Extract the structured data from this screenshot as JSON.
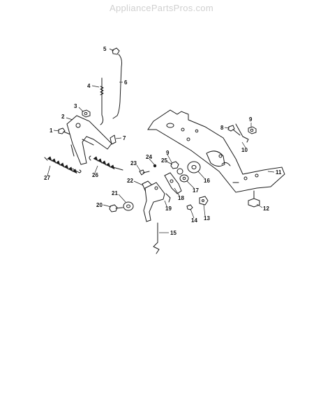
{
  "watermark": {
    "text": "AppliancePartsPros.com"
  },
  "callouts": [
    {
      "id": "c1",
      "label": "1"
    },
    {
      "id": "c2",
      "label": "2"
    },
    {
      "id": "c3",
      "label": "3"
    },
    {
      "id": "c4",
      "label": "4"
    },
    {
      "id": "c5",
      "label": "5"
    },
    {
      "id": "c6",
      "label": "6"
    },
    {
      "id": "c7",
      "label": "7"
    },
    {
      "id": "c8",
      "label": "8"
    },
    {
      "id": "c9a",
      "label": "9"
    },
    {
      "id": "c9b",
      "label": "9"
    },
    {
      "id": "c10",
      "label": "10"
    },
    {
      "id": "c11",
      "label": "11"
    },
    {
      "id": "c12",
      "label": "12"
    },
    {
      "id": "c13",
      "label": "13"
    },
    {
      "id": "c14",
      "label": "14"
    },
    {
      "id": "c15",
      "label": "15"
    },
    {
      "id": "c16",
      "label": "16"
    },
    {
      "id": "c17",
      "label": "17"
    },
    {
      "id": "c18",
      "label": "18"
    },
    {
      "id": "c19",
      "label": "19"
    },
    {
      "id": "c20",
      "label": "20"
    },
    {
      "id": "c21",
      "label": "21"
    },
    {
      "id": "c22",
      "label": "22"
    },
    {
      "id": "c23",
      "label": "23"
    },
    {
      "id": "c24",
      "label": "24"
    },
    {
      "id": "c25",
      "label": "25"
    },
    {
      "id": "c26",
      "label": "26"
    },
    {
      "id": "c27",
      "label": "27"
    }
  ]
}
